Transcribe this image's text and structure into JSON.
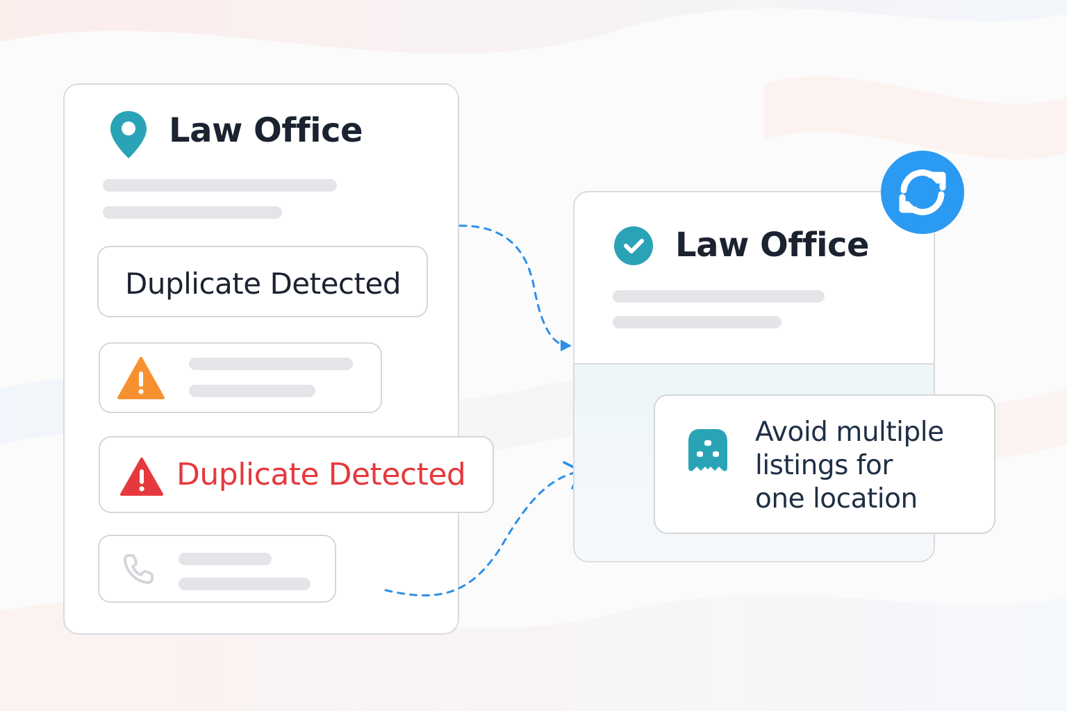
{
  "left_card": {
    "title": "Law Office",
    "status_label": "Duplicate Detected",
    "alert_label": "Duplicate Detected"
  },
  "right_card": {
    "title": "Law Office",
    "tip_text_line1": "Avoid multiple",
    "tip_text_line2": "listings for",
    "tip_text_line3": "one location"
  },
  "colors": {
    "pin": "#2aa3b6",
    "check": "#2aa3b6",
    "warning_orange": "#f7912f",
    "alert_red": "#e5393d",
    "sync_blue": "#2b9af3",
    "arrow_blue": "#2b8fe6",
    "tip_icon": "#2aa3b6"
  },
  "icons": {
    "pin": "location-pin-icon",
    "warning": "warning-triangle-icon",
    "alert": "alert-triangle-icon",
    "phone": "phone-icon",
    "check": "check-circle-icon",
    "sync": "sync-icon",
    "tip": "listing-icon"
  }
}
